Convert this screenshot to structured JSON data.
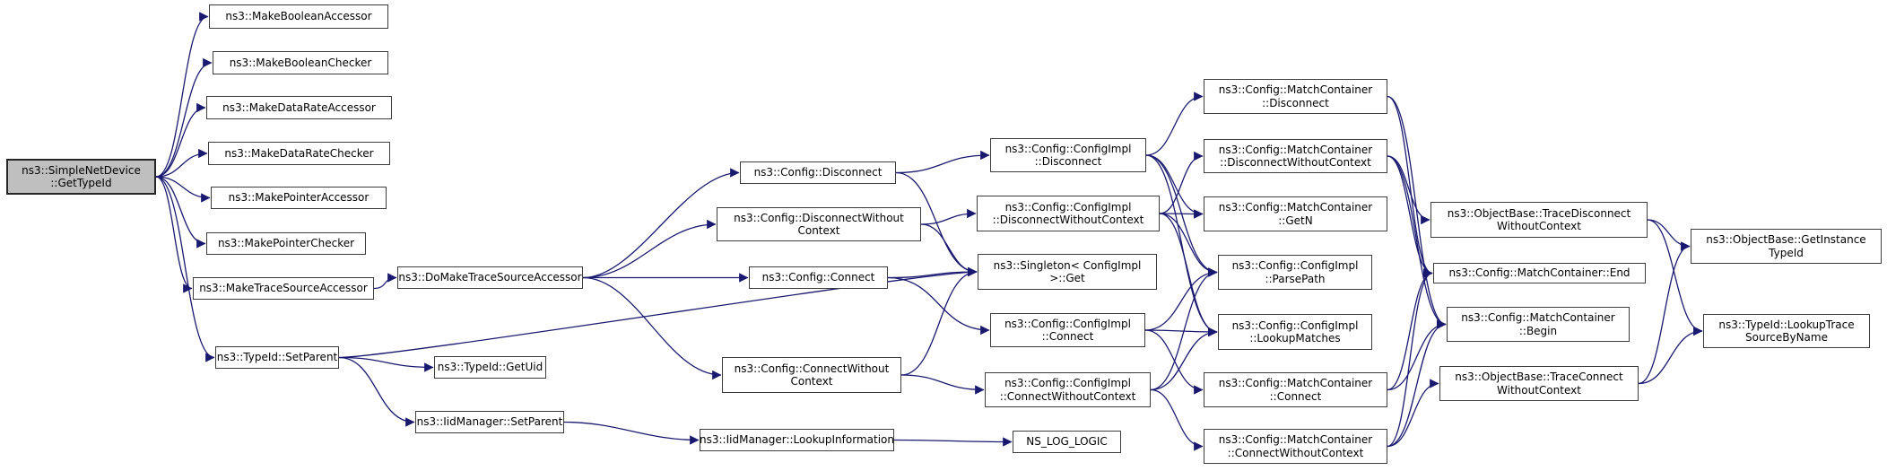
{
  "diagram": {
    "type": "call-graph",
    "background_color": "#ffffff",
    "edge_color": "#191970",
    "node_border_color": "#3d3d3d",
    "node_fill": "#ffffff",
    "root_fill": "#bfbfbf",
    "nodes": [
      {
        "id": "getTypeId",
        "label": "ns3::SimpleNetDevice\n::GetTypeId",
        "root": true
      },
      {
        "id": "makeBooleanAccessor",
        "label": "ns3::MakeBooleanAccessor"
      },
      {
        "id": "makeBooleanChecker",
        "label": "ns3::MakeBooleanChecker"
      },
      {
        "id": "makeDataRateAccessor",
        "label": "ns3::MakeDataRateAccessor"
      },
      {
        "id": "makeDataRateChecker",
        "label": "ns3::MakeDataRateChecker"
      },
      {
        "id": "makePointerAccessor",
        "label": "ns3::MakePointerAccessor"
      },
      {
        "id": "makePointerChecker",
        "label": "ns3::MakePointerChecker"
      },
      {
        "id": "makeTraceSourceAccessor",
        "label": "ns3::MakeTraceSourceAccessor"
      },
      {
        "id": "typeIdSetParent",
        "label": "ns3::TypeId::SetParent"
      },
      {
        "id": "doMakeTraceSourceAccessor",
        "label": "ns3::DoMakeTraceSourceAccessor"
      },
      {
        "id": "typeIdGetUid",
        "label": "ns3::TypeId::GetUid"
      },
      {
        "id": "iidManagerSetParent",
        "label": "ns3::IidManager::SetParent"
      },
      {
        "id": "iidManagerLookupInformation",
        "label": "ns3::IidManager::LookupInformation"
      },
      {
        "id": "nsLogLogic",
        "label": "NS_LOG_LOGIC"
      },
      {
        "id": "configDisconnect",
        "label": "ns3::Config::Disconnect"
      },
      {
        "id": "configDisconnectWithoutContext",
        "label": "ns3::Config::DisconnectWithout\nContext"
      },
      {
        "id": "configConnect",
        "label": "ns3::Config::Connect"
      },
      {
        "id": "configConnectWithoutContext",
        "label": "ns3::Config::ConnectWithout\nContext"
      },
      {
        "id": "configImplDisconnect",
        "label": "ns3::Config::ConfigImpl\n::Disconnect"
      },
      {
        "id": "configImplDisconnectWithoutContext",
        "label": "ns3::Config::ConfigImpl\n::DisconnectWithoutContext"
      },
      {
        "id": "singletonGet",
        "label": "ns3::Singleton< ConfigImpl\n>::Get"
      },
      {
        "id": "configImplConnect",
        "label": "ns3::Config::ConfigImpl\n::Connect"
      },
      {
        "id": "configImplConnectWithoutContext",
        "label": "ns3::Config::ConfigImpl\n::ConnectWithoutContext"
      },
      {
        "id": "matchContainerDisconnect",
        "label": "ns3::Config::MatchContainer\n::Disconnect"
      },
      {
        "id": "matchContainerDisconnectWithoutContext",
        "label": "ns3::Config::MatchContainer\n::DisconnectWithoutContext"
      },
      {
        "id": "matchContainerGetN",
        "label": "ns3::Config::MatchContainer\n::GetN"
      },
      {
        "id": "configImplParsePath",
        "label": "ns3::Config::ConfigImpl\n::ParsePath"
      },
      {
        "id": "configImplLookupMatches",
        "label": "ns3::Config::ConfigImpl\n::LookupMatches"
      },
      {
        "id": "matchContainerConnect",
        "label": "ns3::Config::MatchContainer\n::Connect"
      },
      {
        "id": "matchContainerConnectWithoutContext",
        "label": "ns3::Config::MatchContainer\n::ConnectWithoutContext"
      },
      {
        "id": "traceDisconnectWithoutContext",
        "label": "ns3::ObjectBase::TraceDisconnect\nWithoutContext"
      },
      {
        "id": "matchContainerEnd",
        "label": "ns3::Config::MatchContainer::End"
      },
      {
        "id": "matchContainerBegin",
        "label": "ns3::Config::MatchContainer\n::Begin"
      },
      {
        "id": "traceConnectWithoutContext",
        "label": "ns3::ObjectBase::TraceConnect\nWithoutContext"
      },
      {
        "id": "getInstanceTypeId",
        "label": "ns3::ObjectBase::GetInstance\nTypeId"
      },
      {
        "id": "lookupTraceSourceByName",
        "label": "ns3::TypeId::LookupTrace\nSourceByName"
      }
    ],
    "edges": [
      {
        "from": "getTypeId",
        "to": "makeBooleanAccessor"
      },
      {
        "from": "getTypeId",
        "to": "makeBooleanChecker"
      },
      {
        "from": "getTypeId",
        "to": "makeDataRateAccessor"
      },
      {
        "from": "getTypeId",
        "to": "makeDataRateChecker"
      },
      {
        "from": "getTypeId",
        "to": "makePointerAccessor"
      },
      {
        "from": "getTypeId",
        "to": "makePointerChecker"
      },
      {
        "from": "getTypeId",
        "to": "makeTraceSourceAccessor"
      },
      {
        "from": "getTypeId",
        "to": "typeIdSetParent"
      },
      {
        "from": "makeTraceSourceAccessor",
        "to": "doMakeTraceSourceAccessor"
      },
      {
        "from": "doMakeTraceSourceAccessor",
        "to": "configDisconnect"
      },
      {
        "from": "doMakeTraceSourceAccessor",
        "to": "configDisconnectWithoutContext"
      },
      {
        "from": "doMakeTraceSourceAccessor",
        "to": "configConnect"
      },
      {
        "from": "doMakeTraceSourceAccessor",
        "to": "configConnectWithoutContext"
      },
      {
        "from": "typeIdSetParent",
        "to": "typeIdGetUid"
      },
      {
        "from": "typeIdSetParent",
        "to": "iidManagerSetParent"
      },
      {
        "from": "typeIdSetParent",
        "to": "singletonGet"
      },
      {
        "from": "iidManagerSetParent",
        "to": "iidManagerLookupInformation"
      },
      {
        "from": "iidManagerLookupInformation",
        "to": "nsLogLogic"
      },
      {
        "from": "configDisconnect",
        "to": "configImplDisconnect"
      },
      {
        "from": "configDisconnect",
        "to": "singletonGet"
      },
      {
        "from": "configDisconnectWithoutContext",
        "to": "configImplDisconnectWithoutContext"
      },
      {
        "from": "configDisconnectWithoutContext",
        "to": "singletonGet"
      },
      {
        "from": "configConnect",
        "to": "configImplConnect"
      },
      {
        "from": "configConnect",
        "to": "singletonGet"
      },
      {
        "from": "configConnectWithoutContext",
        "to": "configImplConnectWithoutContext"
      },
      {
        "from": "configConnectWithoutContext",
        "to": "singletonGet"
      },
      {
        "from": "configImplDisconnect",
        "to": "matchContainerDisconnect"
      },
      {
        "from": "configImplDisconnect",
        "to": "matchContainerGetN"
      },
      {
        "from": "configImplDisconnect",
        "to": "configImplParsePath"
      },
      {
        "from": "configImplDisconnect",
        "to": "configImplLookupMatches"
      },
      {
        "from": "configImplDisconnectWithoutContext",
        "to": "matchContainerDisconnectWithoutContext"
      },
      {
        "from": "configImplDisconnectWithoutContext",
        "to": "matchContainerGetN"
      },
      {
        "from": "configImplDisconnectWithoutContext",
        "to": "configImplParsePath"
      },
      {
        "from": "configImplDisconnectWithoutContext",
        "to": "configImplLookupMatches"
      },
      {
        "from": "configImplConnect",
        "to": "configImplParsePath"
      },
      {
        "from": "configImplConnect",
        "to": "configImplLookupMatches"
      },
      {
        "from": "configImplConnect",
        "to": "matchContainerConnect"
      },
      {
        "from": "configImplConnectWithoutContext",
        "to": "configImplParsePath"
      },
      {
        "from": "configImplConnectWithoutContext",
        "to": "configImplLookupMatches"
      },
      {
        "from": "configImplConnectWithoutContext",
        "to": "matchContainerConnectWithoutContext"
      },
      {
        "from": "matchContainerDisconnect",
        "to": "matchContainerEnd"
      },
      {
        "from": "matchContainerDisconnect",
        "to": "matchContainerBegin"
      },
      {
        "from": "matchContainerDisconnectWithoutContext",
        "to": "traceDisconnectWithoutContext"
      },
      {
        "from": "matchContainerDisconnectWithoutContext",
        "to": "matchContainerEnd"
      },
      {
        "from": "matchContainerDisconnectWithoutContext",
        "to": "matchContainerBegin"
      },
      {
        "from": "matchContainerConnect",
        "to": "matchContainerEnd"
      },
      {
        "from": "matchContainerConnect",
        "to": "matchContainerBegin"
      },
      {
        "from": "matchContainerConnectWithoutContext",
        "to": "traceConnectWithoutContext"
      },
      {
        "from": "matchContainerConnectWithoutContext",
        "to": "matchContainerEnd"
      },
      {
        "from": "matchContainerConnectWithoutContext",
        "to": "matchContainerBegin"
      },
      {
        "from": "traceDisconnectWithoutContext",
        "to": "getInstanceTypeId"
      },
      {
        "from": "traceDisconnectWithoutContext",
        "to": "lookupTraceSourceByName"
      },
      {
        "from": "traceConnectWithoutContext",
        "to": "getInstanceTypeId"
      },
      {
        "from": "traceConnectWithoutContext",
        "to": "lookupTraceSourceByName"
      }
    ]
  }
}
